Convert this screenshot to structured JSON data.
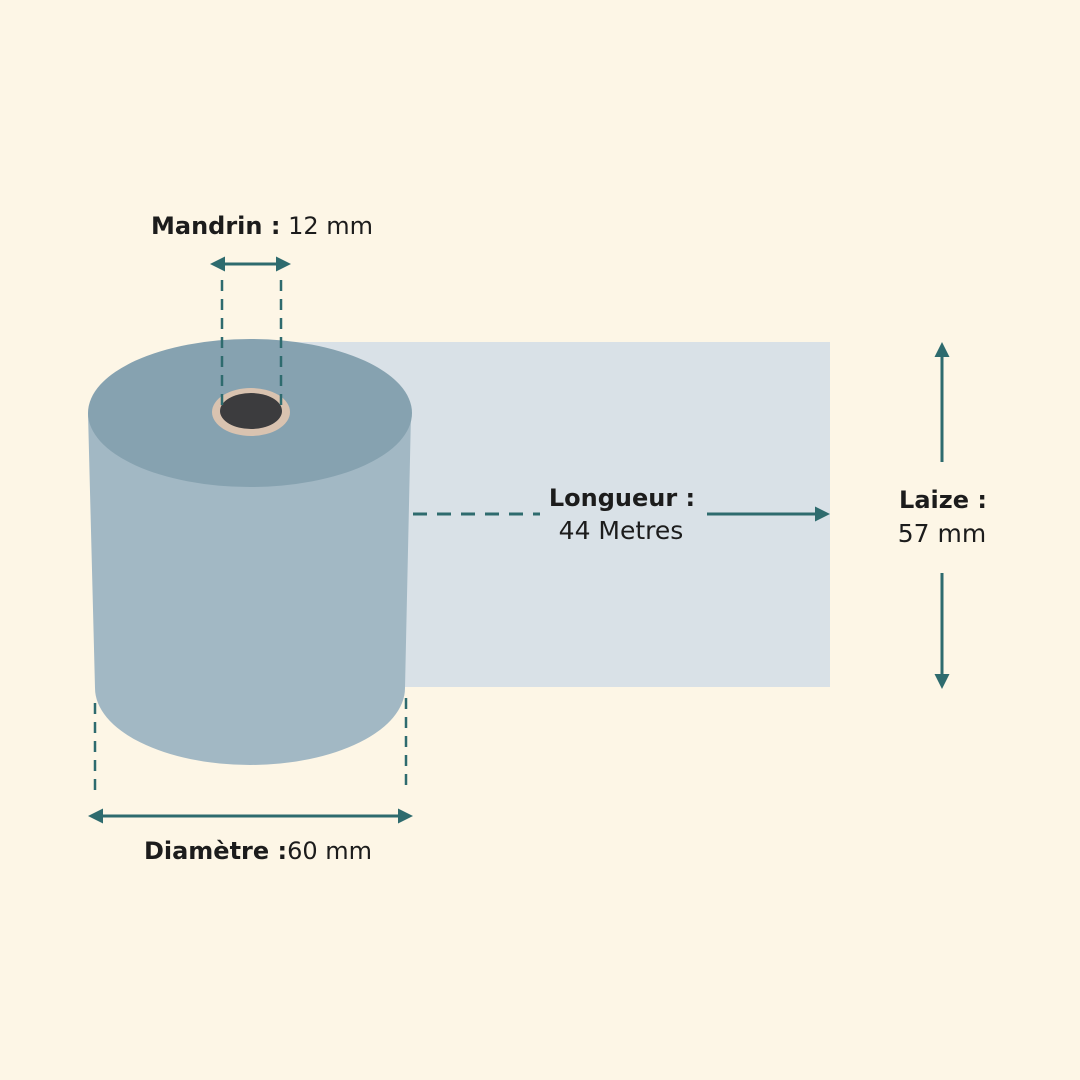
{
  "colors": {
    "background": "#fdf6e6",
    "roll_side": "#a2b8c4",
    "roll_top": "#86a2b0",
    "paper_strip": "#d9e1e7",
    "core_ring": "#d9c3b0",
    "core_hole": "#3c3c3e",
    "dimension_line": "#2e6b6e",
    "label_text": "#1c1c1c"
  },
  "labels": {
    "mandrin": {
      "name": "Mandrin :",
      "value": " 12 mm"
    },
    "longueur": {
      "line1": "Longueur :",
      "line2": "44 Metres"
    },
    "laize": {
      "line1": "Laize :",
      "line2": "57 mm"
    },
    "diametre": {
      "name": "Diamètre :",
      "value": "60 mm"
    }
  }
}
